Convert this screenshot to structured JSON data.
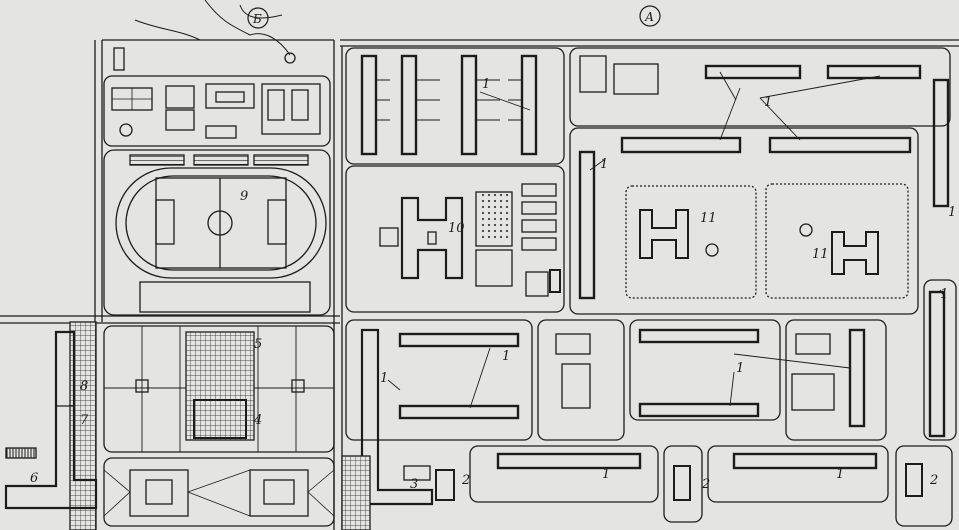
{
  "map": {
    "background": "#e4e4e2",
    "ink": "#1c1c1c",
    "circled_labels": {
      "a": "А",
      "b": "Б"
    },
    "labels": {
      "residential": "1",
      "school": "2",
      "school_small": "3",
      "block_4": "4",
      "block_5": "5",
      "block_6": "6",
      "block_7": "7",
      "block_8": "8",
      "stadium": "9",
      "building_10": "10",
      "kindergarten": "11"
    }
  }
}
